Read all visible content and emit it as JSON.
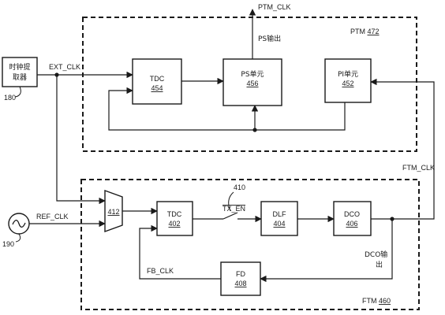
{
  "blocks": {
    "clock_extractor": {
      "text": "时钟提取器",
      "ref": "180"
    },
    "tdc_top": {
      "name": "TDC",
      "ref": "454"
    },
    "ps_unit": {
      "name": "PS单元",
      "ref": "456"
    },
    "pi_unit": {
      "name": "PI单元",
      "ref": "452"
    },
    "mux": {
      "ref": "412"
    },
    "tdc_bottom": {
      "name": "TDC",
      "ref": "402"
    },
    "dlf": {
      "name": "DLF",
      "ref": "404"
    },
    "dco": {
      "name": "DCO",
      "ref": "406"
    },
    "fd": {
      "name": "FD",
      "ref": "408"
    },
    "oscillator": {
      "ref": "190"
    }
  },
  "regions": {
    "ptm": {
      "name": "PTM",
      "ref": "472"
    },
    "ftm": {
      "name": "FTM",
      "ref": "460"
    }
  },
  "signals": {
    "ext_clk": "EXT_CLK",
    "ref_clk": "REF_CLK",
    "ptm_clk": "PTM_CLK",
    "ps_out": "PS输出",
    "ftm_clk": "FTM_CLK",
    "tx_en": "TX_EN",
    "tx_en_ref": "410",
    "fb_clk": "FB_CLK",
    "dco_out_line1": "DCO输",
    "dco_out_line2": "出"
  }
}
